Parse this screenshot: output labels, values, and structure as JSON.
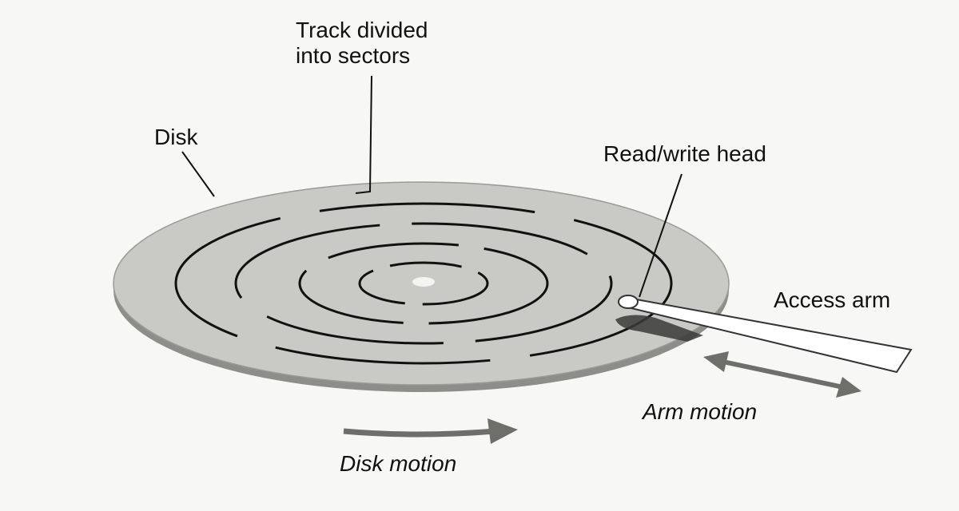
{
  "diagram": {
    "labels": {
      "track_line1": "Track divided",
      "track_line2": "into sectors",
      "disk": "Disk",
      "read_write_head": "Read/write head",
      "access_arm": "Access arm",
      "arm_motion": "Arm motion",
      "disk_motion": "Disk motion"
    },
    "colors": {
      "background": "#f7f7f5",
      "disk_top": "#c9c9c6",
      "disk_edge": "#8d8d8a",
      "track_marks": "#111111",
      "arm": "#ffffff",
      "arrow": "#6e6e6b",
      "text": "#111111"
    },
    "icons": [
      "disk-platter",
      "access-arm",
      "read-write-head",
      "arm-motion-arrow",
      "disk-motion-arrow"
    ]
  }
}
